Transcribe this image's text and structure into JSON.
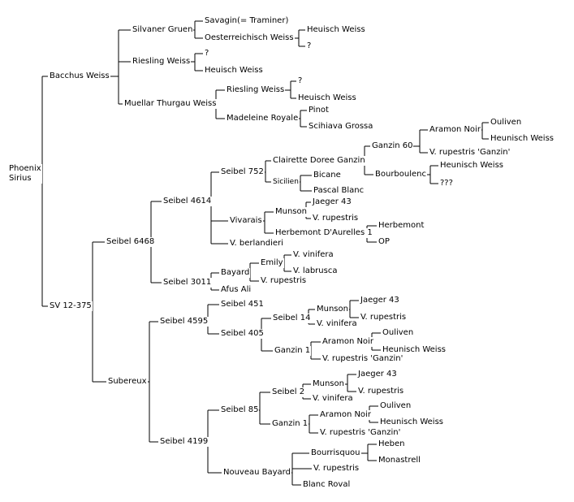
{
  "title": "",
  "colors": {
    "line": "#000000",
    "text": "#000000",
    "background": "#ffffff"
  },
  "tree": {
    "label": "Phoenix\nSirius",
    "children": [
      {
        "label": "Bacchus Weiss",
        "children": [
          {
            "label": "Silvaner Gruen",
            "children": [
              {
                "label": "Savagin(= Traminer)"
              },
              {
                "label": "Oesterreichisch Weiss",
                "children": [
                  {
                    "label": "Heuisch Weiss"
                  },
                  {
                    "label": "?"
                  }
                ]
              }
            ]
          },
          {
            "label": "Riesling Weiss",
            "children": [
              {
                "label": "?"
              },
              {
                "label": "Heuisch Weiss"
              }
            ]
          },
          {
            "label": "Muellar Thurgau Weiss",
            "children": [
              {
                "label": "Riesling Weiss",
                "children": [
                  {
                    "label": "?"
                  },
                  {
                    "label": "Heuisch Weiss"
                  }
                ]
              },
              {
                "label": "Madeleine Royale",
                "children": [
                  {
                    "label": "Pinot"
                  },
                  {
                    "label": "Scihiava Grossa"
                  }
                ]
              }
            ]
          }
        ]
      },
      {
        "label": "SV 12-375",
        "children": [
          {
            "label": "Seibel 6468",
            "children": [
              {
                "label": "Seibel 4614",
                "children": [
                  {
                    "label": "Seibel 752",
                    "children": [
                      {
                        "label": "Clairette Doree Ganzin",
                        "children": [
                          {
                            "label": "Ganzin 60",
                            "children": [
                              {
                                "label": "Aramon Noir",
                                "children": [
                                  {
                                    "label": "Ouliven"
                                  },
                                  {
                                    "label": "Heunisch Weiss"
                                  }
                                ]
                              },
                              {
                                "label": "V. rupestris 'Ganzin'"
                              }
                            ]
                          },
                          {
                            "label": "Bourboulenc",
                            "children": [
                              {
                                "label": "Heunisch Weiss"
                              },
                              {
                                "label": "???"
                              }
                            ]
                          }
                        ]
                      },
                      {
                        "label": "Sicilien",
                        "small": true,
                        "children": [
                          {
                            "label": "Bicane"
                          },
                          {
                            "label": "Pascal Blanc"
                          }
                        ]
                      }
                    ]
                  },
                  {
                    "label": "Vivarais",
                    "children": [
                      {
                        "label": "Munson",
                        "children": [
                          {
                            "label": "Jaeger 43"
                          },
                          {
                            "label": "V. rupestris"
                          }
                        ]
                      },
                      {
                        "label": "Herbemont D'Aurelles 1",
                        "children": [
                          {
                            "label": "Herbemont"
                          },
                          {
                            "label": "OP"
                          }
                        ]
                      }
                    ]
                  },
                  {
                    "label": "V. berlandieri"
                  }
                ]
              },
              {
                "label": "Seibel 3011",
                "children": [
                  {
                    "label": "Bayard",
                    "children": [
                      {
                        "label": "Emily",
                        "children": [
                          {
                            "label": "V. vinifera"
                          },
                          {
                            "label": "V. labrusca"
                          }
                        ]
                      },
                      {
                        "label": "V. rupestris"
                      }
                    ]
                  },
                  {
                    "label": "Afus Ali"
                  }
                ]
              }
            ]
          },
          {
            "label": "Subereux",
            "children": [
              {
                "label": "Seibel 4595",
                "children": [
                  {
                    "label": "Seibel 451"
                  },
                  {
                    "label": "Seibel 405",
                    "children": [
                      {
                        "label": "Seibel 14",
                        "children": [
                          {
                            "label": "Munson",
                            "children": [
                              {
                                "label": "Jaeger 43"
                              },
                              {
                                "label": "V. rupestris"
                              }
                            ]
                          },
                          {
                            "label": "V. vinifera"
                          }
                        ]
                      },
                      {
                        "label": "Ganzin 1",
                        "children": [
                          {
                            "label": "Aramon Noir",
                            "children": [
                              {
                                "label": "Ouliven"
                              },
                              {
                                "label": "Heunisch Weiss"
                              }
                            ]
                          },
                          {
                            "label": "V. rupestris 'Ganzin'"
                          }
                        ]
                      }
                    ]
                  }
                ]
              },
              {
                "label": "Seibel 4199",
                "children": [
                  {
                    "label": "Seibel 85",
                    "children": [
                      {
                        "label": "Seibel 2",
                        "children": [
                          {
                            "label": "Munson",
                            "children": [
                              {
                                "label": "Jaeger 43"
                              },
                              {
                                "label": "V. rupestris"
                              }
                            ]
                          },
                          {
                            "label": "V. vinifera"
                          }
                        ]
                      },
                      {
                        "label": "Ganzin 1",
                        "children": [
                          {
                            "label": "Aramon Noir",
                            "children": [
                              {
                                "label": "Ouliven"
                              },
                              {
                                "label": "Heunisch Weiss"
                              }
                            ]
                          },
                          {
                            "label": "V. rupestris 'Ganzin'"
                          }
                        ]
                      }
                    ]
                  },
                  {
                    "label": "Nouveau Bayard",
                    "children": [
                      {
                        "label": "Bourrisquou",
                        "children": [
                          {
                            "label": "Heben"
                          },
                          {
                            "label": "Monastrell"
                          }
                        ]
                      },
                      {
                        "label": "V. rupestris"
                      },
                      {
                        "label": "Blanc Roval"
                      }
                    ]
                  }
                ]
              }
            ]
          }
        ]
      }
    ]
  }
}
